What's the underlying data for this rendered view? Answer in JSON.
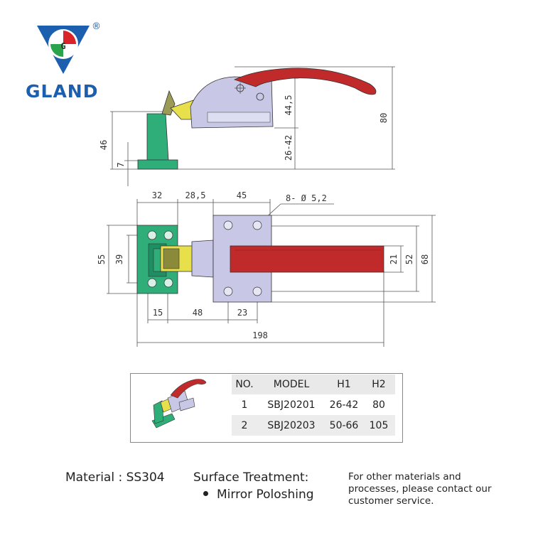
{
  "brand": {
    "name": "GLAND",
    "registered": "®"
  },
  "dimensions": {
    "side": {
      "h_46": "46",
      "h_7": "7",
      "h_44_5": "44,5",
      "h_26_42": "26-42",
      "h_80": "80"
    },
    "top": {
      "w_32": "32",
      "w_28_5": "28,5",
      "w_45": "45",
      "holes": "8- Ø 5,2",
      "h_55": "55",
      "h_39": "39",
      "h_21": "21",
      "h_52": "52",
      "h_68": "68",
      "w_15": "15",
      "w_48": "48",
      "w_23": "23",
      "w_198": "198"
    }
  },
  "colors": {
    "base": "#2fae7a",
    "handle": "#c12a2a",
    "body": "#c8c8e6",
    "tongue": "#e8e04a",
    "brand": "#1b5fae"
  },
  "spec_table": {
    "headers": [
      "NO.",
      "MODEL",
      "H1",
      "H2"
    ],
    "rows": [
      [
        "1",
        "SBJ20201",
        "26-42",
        "80"
      ],
      [
        "2",
        "SBJ20203",
        "50-66",
        "105"
      ]
    ]
  },
  "material": "Material : SS304",
  "surface": {
    "title": "Surface Treatment:",
    "item": "Mirror Poloshing"
  },
  "note": "For other materials and processes, please contact our customer service."
}
